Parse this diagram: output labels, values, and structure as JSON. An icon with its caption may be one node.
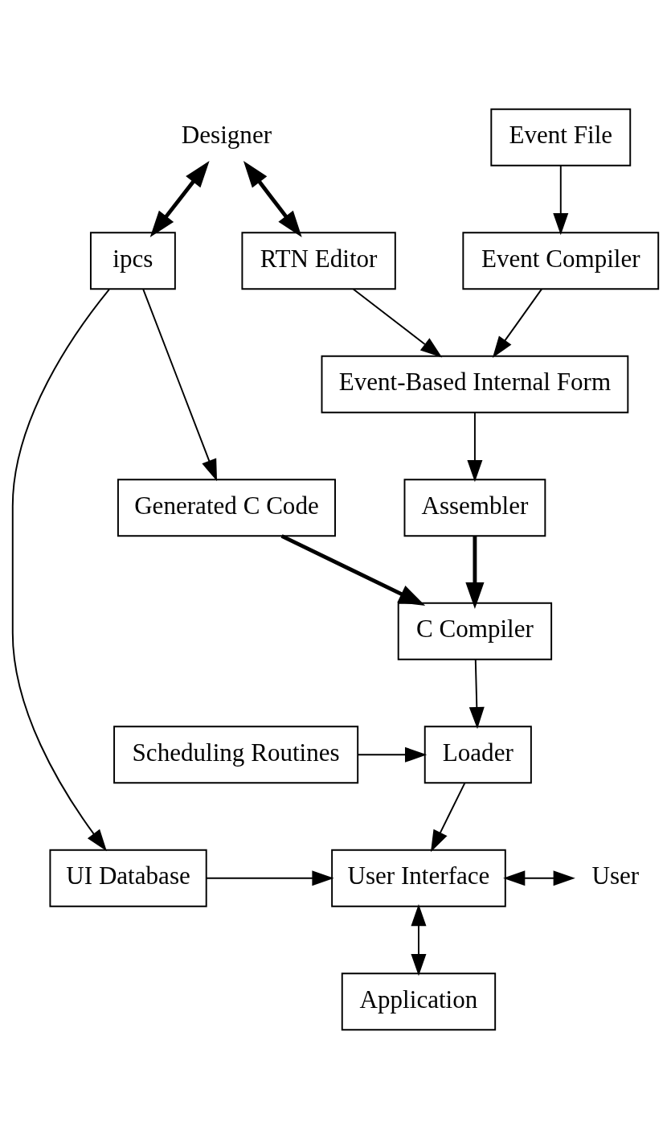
{
  "diagram": {
    "nodes": [
      {
        "text": [
          "Event File"
        ]
      },
      {
        "text": [
          "Designer"
        ]
      },
      {
        "text": [
          "Event Compiler"
        ]
      },
      {
        "text": [
          "RTN Editor"
        ]
      },
      {
        "text": [
          "ipcs"
        ]
      },
      {
        "text": [
          "Event-Based Internal Form"
        ]
      },
      {
        "text": [
          "Assembler"
        ]
      },
      {
        "text": [
          "Generated C Code"
        ]
      },
      {
        "text": [
          "C Compiler"
        ]
      },
      {
        "text": [
          "Scheduling Routines"
        ]
      },
      {
        "text": [
          "Loader"
        ]
      },
      {
        "text": [
          "User"
        ]
      },
      {
        "text": [
          "User Interface"
        ]
      },
      {
        "text": [
          "UI Database"
        ]
      },
      {
        "text": [
          "Application"
        ]
      }
    ],
    "edges": [
      {
        "from": 0,
        "to": 2,
        "arrow": "to"
      },
      {
        "from": 1,
        "to": 3,
        "arrow": "both",
        "style": "thick"
      },
      {
        "from": 1,
        "to": 4,
        "arrow": "both",
        "style": "thick"
      },
      {
        "from": 2,
        "to": 5,
        "arrow": "to"
      },
      {
        "from": 3,
        "to": 5,
        "arrow": "to"
      },
      {
        "from": 4,
        "to": 7,
        "arrow": "to"
      },
      {
        "from": 4,
        "to": 13,
        "arrow": "to"
      },
      {
        "from": 5,
        "to": 6,
        "arrow": "to"
      },
      {
        "from": 6,
        "to": 8,
        "arrow": "to",
        "style": "thick"
      },
      {
        "from": 7,
        "to": 8,
        "arrow": "to",
        "style": "thick"
      },
      {
        "from": 8,
        "to": 10,
        "arrow": "to"
      },
      {
        "from": 9,
        "to": 10,
        "arrow": "to"
      },
      {
        "from": 10,
        "to": 12,
        "arrow": "to"
      },
      {
        "from": 12,
        "to": 11,
        "arrow": "both"
      },
      {
        "from": 13,
        "to": 12,
        "arrow": "to"
      },
      {
        "from": 12,
        "to": 14,
        "arrow": "both"
      }
    ]
  }
}
